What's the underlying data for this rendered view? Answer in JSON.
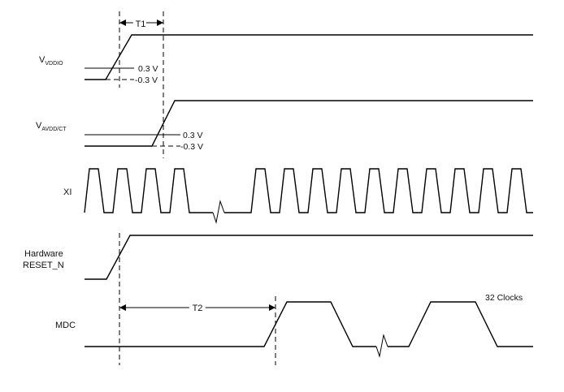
{
  "signals": {
    "vddio": {
      "base": "V",
      "sub": "VDDIO"
    },
    "avdd": {
      "base": "V",
      "sub": "AVDD/CT"
    },
    "xi": {
      "label": "XI"
    },
    "reset": {
      "line1": "Hardware",
      "line2": "RESET_N"
    },
    "mdc": {
      "label": "MDC"
    }
  },
  "thresholds": {
    "high": "0.3 V",
    "low": "-0.3 V"
  },
  "timing": {
    "t1": "T1",
    "t2": "T2",
    "clocks": "32 Clocks"
  }
}
